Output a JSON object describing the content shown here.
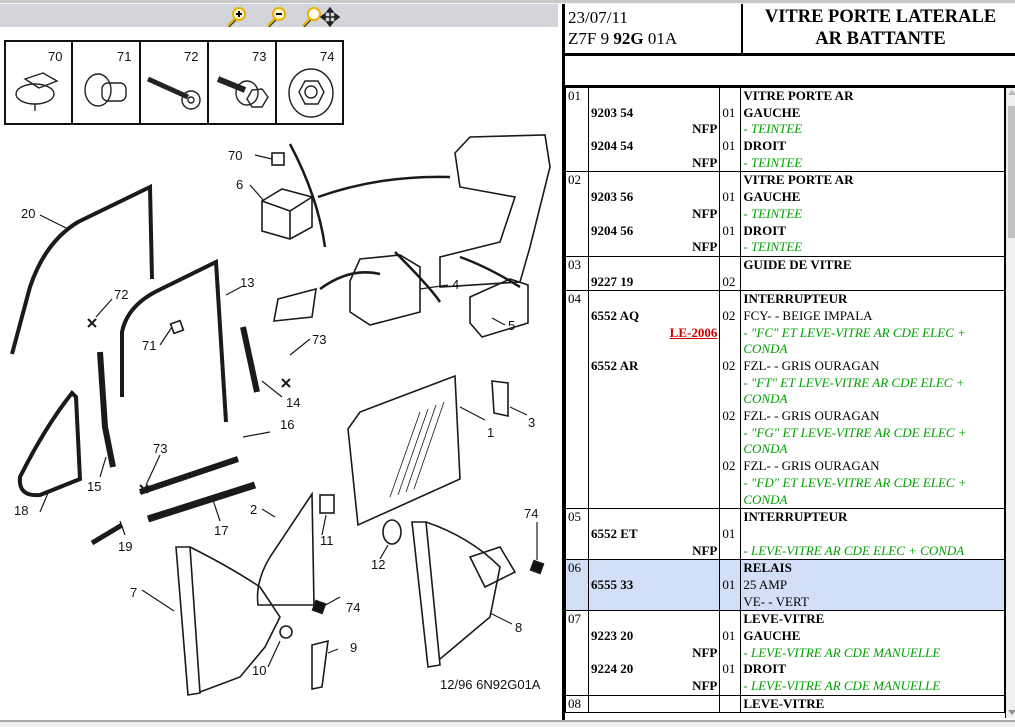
{
  "toolbar": {
    "buttons": [
      {
        "name": "zoom-in",
        "icon": "magnifier-plus-icon"
      },
      {
        "name": "zoom-out",
        "icon": "magnifier-minus-icon"
      },
      {
        "name": "zoom-pan",
        "icon": "magnifier-move-icon"
      }
    ]
  },
  "diagram": {
    "fastener_legend": [
      "70",
      "71",
      "72",
      "73",
      "74"
    ],
    "callouts": [
      "1",
      "2",
      "3",
      "4",
      "5",
      "6",
      "7",
      "8",
      "9",
      "10",
      "11",
      "12",
      "13",
      "14",
      "15",
      "16",
      "17",
      "18",
      "19",
      "20",
      "70",
      "71",
      "72",
      "73",
      "73",
      "74",
      "74"
    ],
    "reference_code": "12/96 6N92G01A"
  },
  "header": {
    "date": "23/07/11",
    "code_prefix": "Z7F 9 ",
    "code_bold": "92G",
    "code_suffix": " 01A",
    "title_line1": "VITRE PORTE LATERALE",
    "title_line2": "AR BATTANTE"
  },
  "colors": {
    "selected_row": "#d3dff7",
    "note_green": "#00a000",
    "link_red": "#d00000"
  },
  "parts": [
    {
      "idx": "01",
      "title": "VITRE PORTE AR",
      "entries": [
        {
          "ref": "9203 54",
          "qty": "01",
          "label": "GAUCHE",
          "label_bold": true,
          "status": "NFP",
          "notes": [
            "- TEINTEE"
          ]
        },
        {
          "ref": "9204 54",
          "qty": "01",
          "label": "DROIT",
          "label_bold": true,
          "status": "NFP",
          "notes": [
            "- TEINTEE"
          ]
        }
      ]
    },
    {
      "idx": "02",
      "title": "VITRE PORTE AR",
      "entries": [
        {
          "ref": "9203 56",
          "qty": "01",
          "label": "GAUCHE",
          "label_bold": true,
          "status": "NFP",
          "notes": [
            "- TEINTEE"
          ]
        },
        {
          "ref": "9204 56",
          "qty": "01",
          "label": "DROIT",
          "label_bold": true,
          "status": "NFP",
          "notes": [
            "- TEINTEE"
          ]
        }
      ]
    },
    {
      "idx": "03",
      "title": "GUIDE DE VITRE",
      "entries": [
        {
          "ref": "9227 19",
          "qty": "02",
          "label": "",
          "status": "",
          "notes": []
        }
      ]
    },
    {
      "idx": "04",
      "title": "INTERRUPTEUR",
      "entries": [
        {
          "ref": "6552 AQ",
          "qty": "02",
          "label": "FCY- - BEIGE IMPALA",
          "status_link": "LE-2006",
          "notes": [
            "- \"FC\" ET LEVE-VITRE AR CDE ELEC +",
            "CONDA"
          ]
        },
        {
          "ref": "6552 AR",
          "qty": "02",
          "label": "FZL- - GRIS OURAGAN",
          "notes": [
            "- \"FT\" ET LEVE-VITRE AR CDE ELEC +",
            "CONDA"
          ]
        },
        {
          "ref": "",
          "qty": "02",
          "label": "FZL- - GRIS OURAGAN",
          "notes": [
            "- \"FG\" ET LEVE-VITRE AR CDE ELEC +",
            "CONDA"
          ]
        },
        {
          "ref": "",
          "qty": "02",
          "label": "FZL- - GRIS OURAGAN",
          "notes": [
            "- \"FD\" ET LEVE-VITRE AR CDE ELEC +",
            "CONDA"
          ]
        }
      ]
    },
    {
      "idx": "05",
      "title": "INTERRUPTEUR",
      "entries": [
        {
          "ref": "6552 ET",
          "qty": "01",
          "label": "",
          "status": "NFP",
          "notes": [
            "- LEVE-VITRE AR CDE ELEC + CONDA"
          ]
        }
      ]
    },
    {
      "idx": "06",
      "title": "RELAIS",
      "selected": true,
      "entries": [
        {
          "ref": "6555 33",
          "qty": "01",
          "label": "25 AMP",
          "extra": "VE- - VERT",
          "notes": []
        }
      ]
    },
    {
      "idx": "07",
      "title": "LEVE-VITRE",
      "entries": [
        {
          "ref": "9223 20",
          "qty": "01",
          "label": "GAUCHE",
          "label_bold": true,
          "status": "NFP",
          "notes": [
            "- LEVE-VITRE AR CDE MANUELLE"
          ]
        },
        {
          "ref": "9224 20",
          "qty": "01",
          "label": "DROIT",
          "label_bold": true,
          "status": "NFP",
          "notes": [
            "- LEVE-VITRE AR CDE MANUELLE"
          ]
        }
      ]
    },
    {
      "idx": "08",
      "title": "LEVE-VITRE",
      "entries": []
    }
  ]
}
